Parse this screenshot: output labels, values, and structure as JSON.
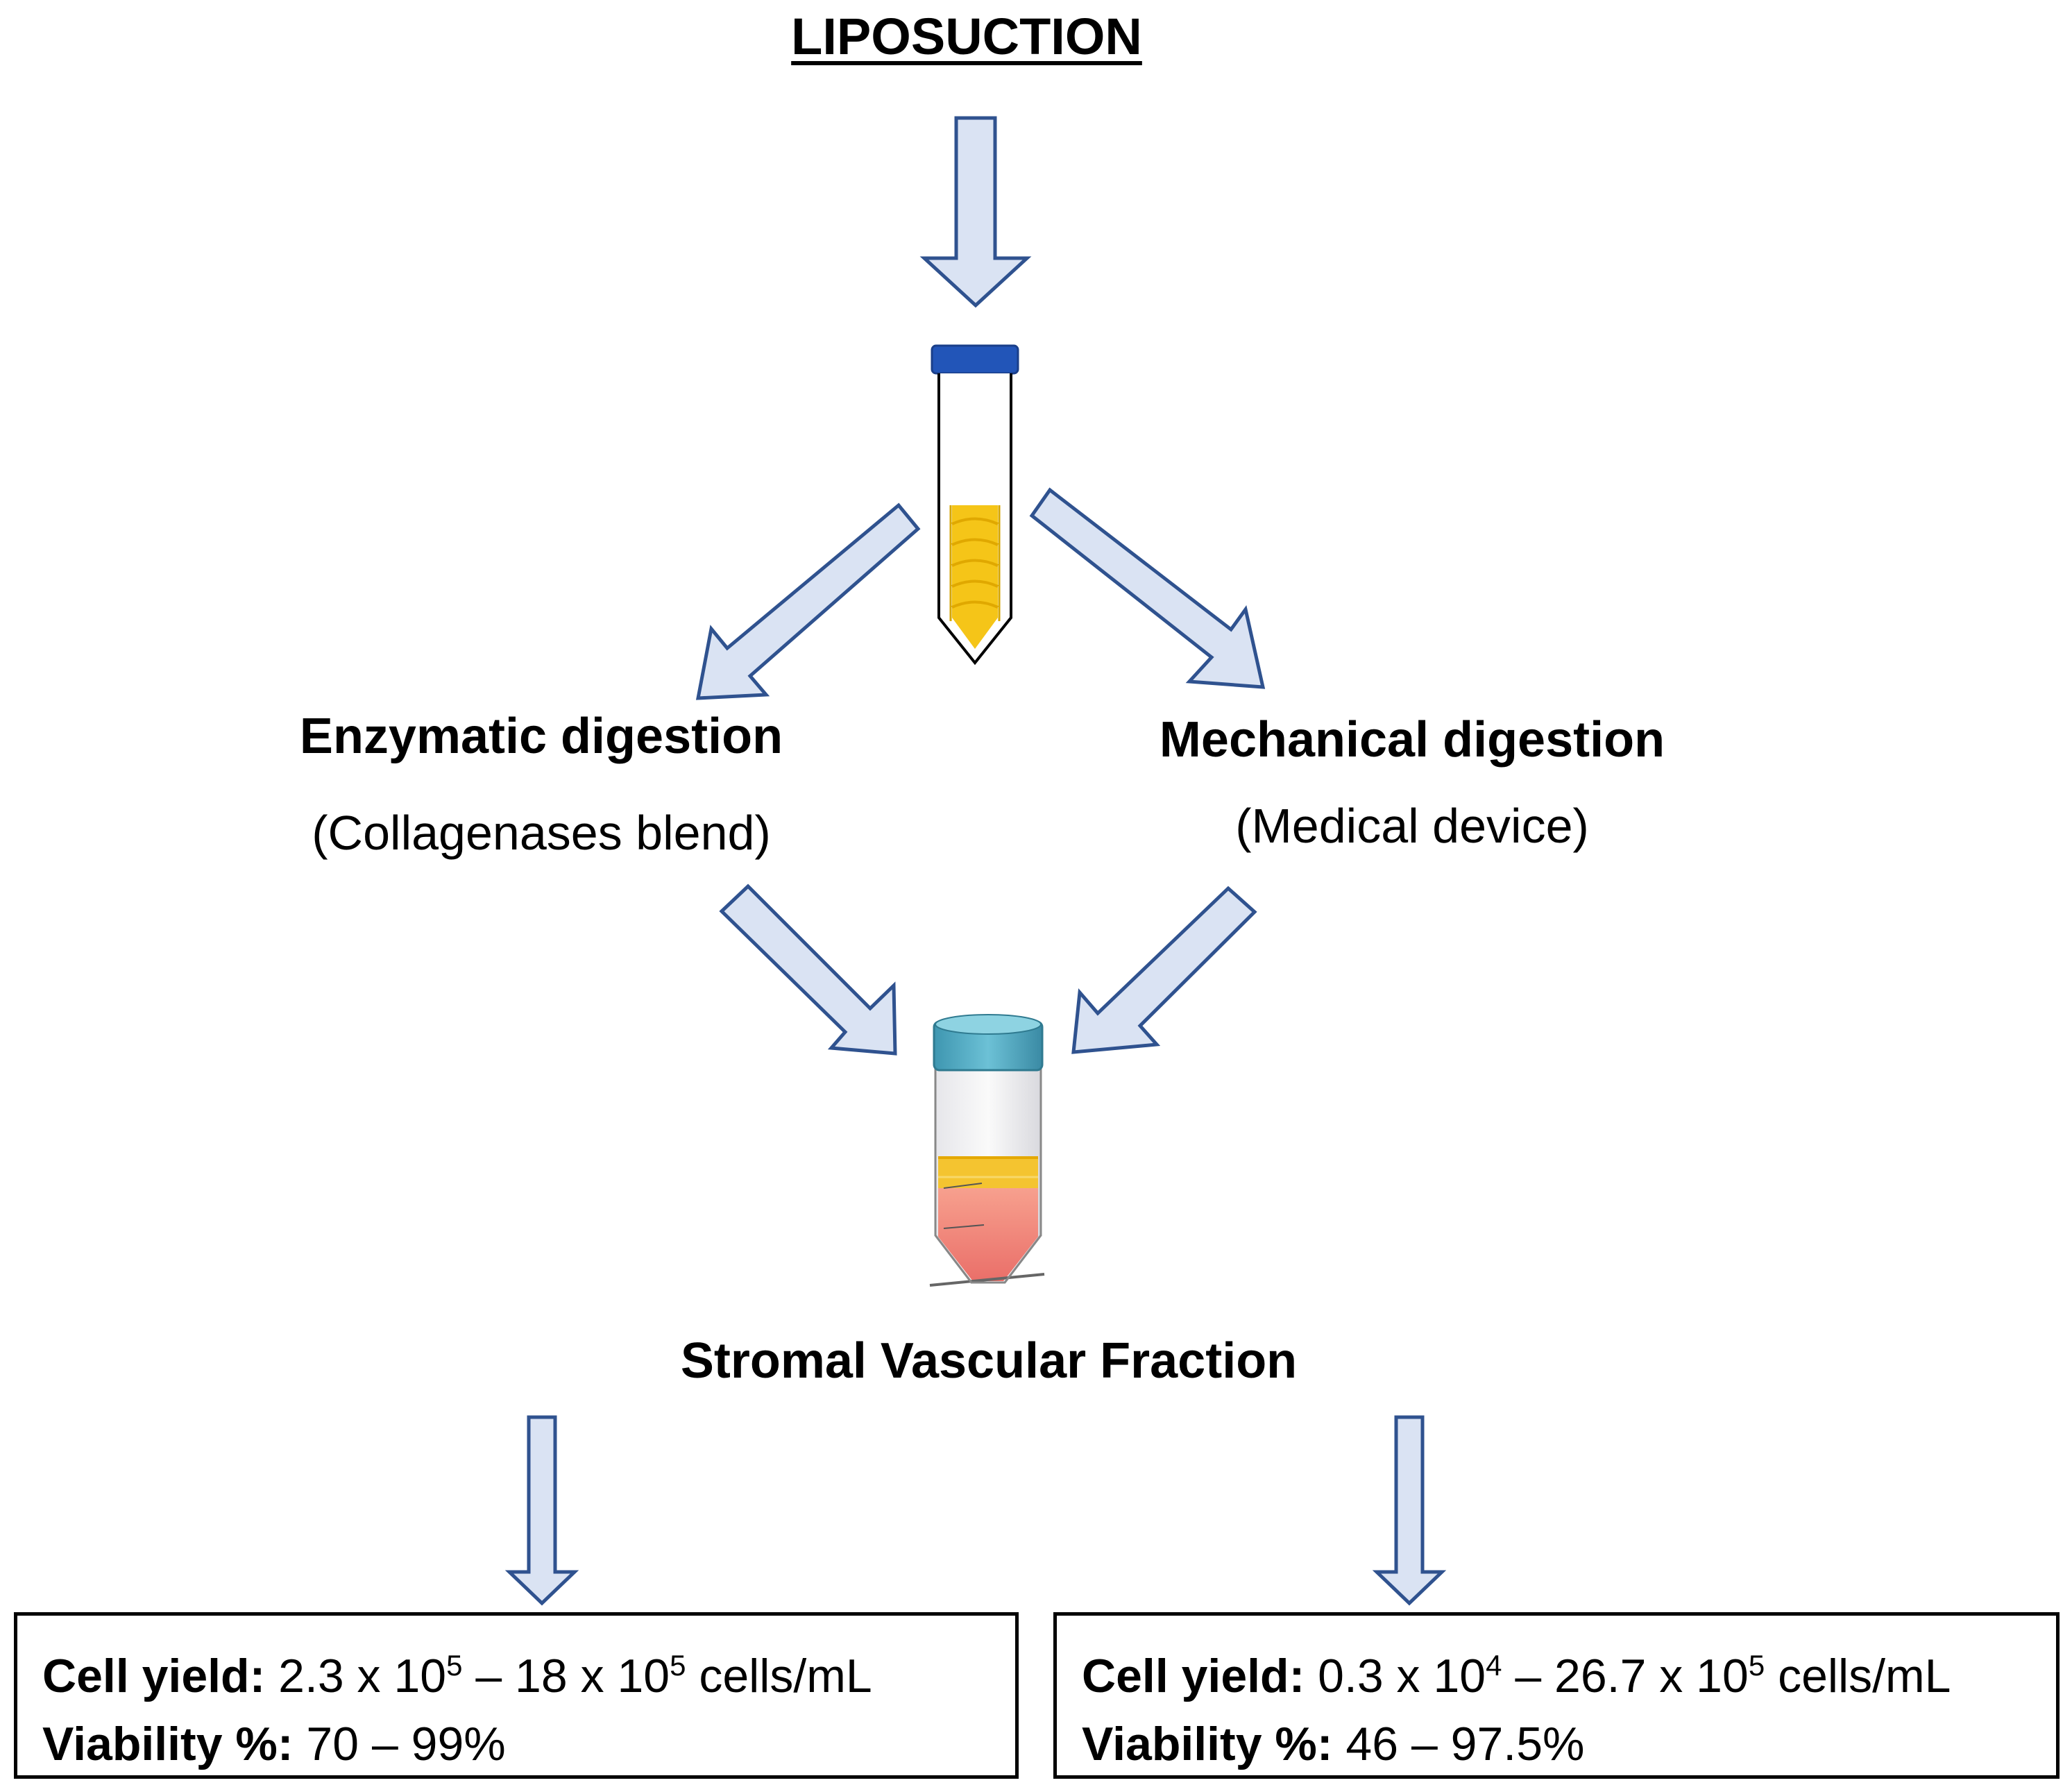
{
  "title": "LIPOSUCTION",
  "enzymatic": {
    "title": "Enzymatic digestion",
    "subtitle": "(Collagenases blend)"
  },
  "mechanical": {
    "title": "Mechanical digestion",
    "subtitle": "(Medical device)"
  },
  "svf": {
    "title": "Stromal Vascular Fraction"
  },
  "results": {
    "left": {
      "cell_yield_label": "Cell yield:",
      "cell_yield_a": "2.3 x 10",
      "cell_yield_a_exp": "5",
      "cell_yield_b": " – 18 x 10",
      "cell_yield_b_exp": "5",
      "cell_yield_unit": " cells/mL",
      "viability_label": "Viability %:",
      "viability_value": "70  –  99%"
    },
    "right": {
      "cell_yield_label": "Cell yield:",
      "cell_yield_a": "0.3 x 10",
      "cell_yield_a_exp": "4",
      "cell_yield_b": " – 26.7 x 10",
      "cell_yield_b_exp": "5",
      "cell_yield_unit": " cells/mL",
      "viability_label": "Viability %:",
      "viability_value": "46  –  97.5%"
    }
  },
  "colors": {
    "arrow_fill": "#dae3f3",
    "arrow_stroke": "#2f528f",
    "tube1_cap": "#2255b8",
    "tube1_content": "#f5c518",
    "tube2_cap": "#5bafc6",
    "tube2_yellow": "#f4c430",
    "tube2_red": "#ef8a7f"
  }
}
